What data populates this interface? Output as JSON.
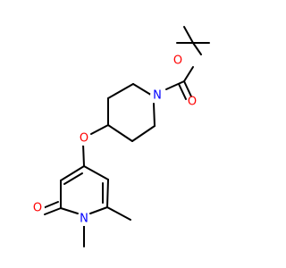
{
  "molecule": {
    "atom_labels": {
      "oxygen_carbonyl_ester": "O",
      "oxygen_ester": "O",
      "nitrogen_piperidine": "N",
      "oxygen_ether": "O",
      "oxygen_carbonyl_pyridone": "O",
      "nitrogen_pyridone": "N"
    }
  },
  "colors": {
    "bond": "#000000",
    "oxygen": "#ff0000",
    "nitrogen": "#0000ff"
  }
}
